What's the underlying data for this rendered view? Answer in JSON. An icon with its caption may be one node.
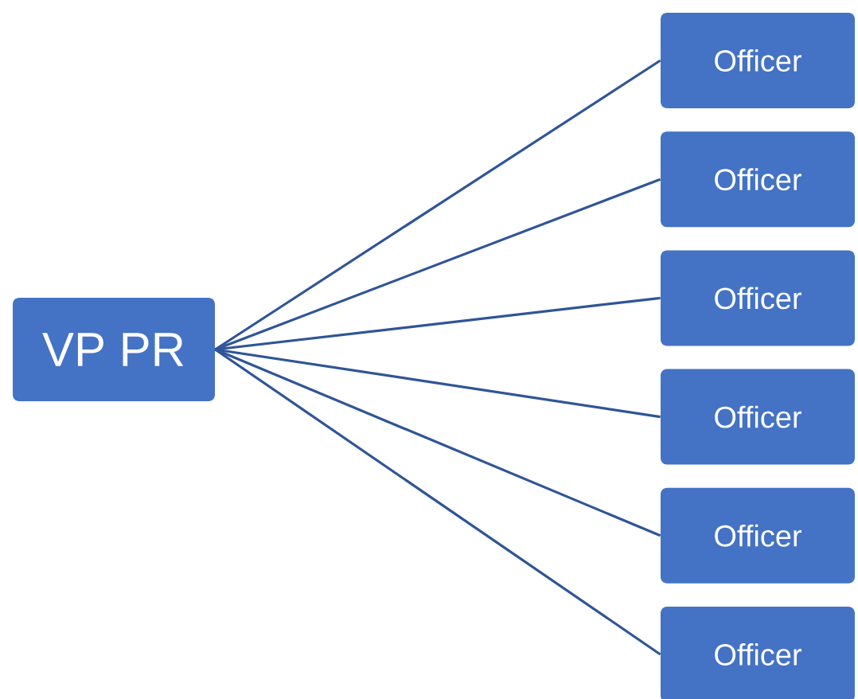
{
  "diagram": {
    "nodes": [
      {
        "text": [
          "VP PR"
        ]
      },
      {
        "text": [
          "Officer"
        ]
      },
      {
        "text": [
          "Officer"
        ]
      },
      {
        "text": [
          "Officer"
        ]
      },
      {
        "text": [
          "Officer"
        ]
      },
      {
        "text": [
          "Officer"
        ]
      },
      {
        "text": [
          "Officer"
        ]
      }
    ],
    "edges": [
      {
        "from": 0,
        "to": 1,
        "arrow": "none"
      },
      {
        "from": 0,
        "to": 2,
        "arrow": "none"
      },
      {
        "from": 0,
        "to": 3,
        "arrow": "none"
      },
      {
        "from": 0,
        "to": 4,
        "arrow": "none"
      },
      {
        "from": 0,
        "to": 5,
        "arrow": "none"
      },
      {
        "from": 0,
        "to": 6,
        "arrow": "none"
      }
    ]
  }
}
